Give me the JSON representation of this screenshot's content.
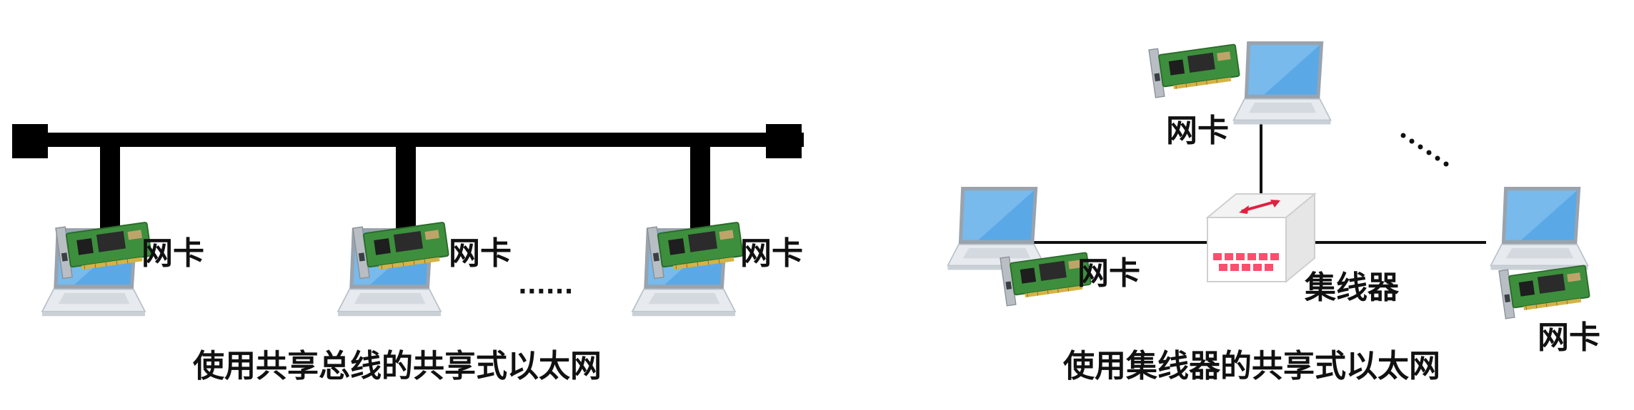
{
  "left_diagram": {
    "caption": "使用共享总线的共享式以太网",
    "nic_labels": [
      "网卡",
      "网卡",
      "网卡"
    ],
    "ellipsis": "······"
  },
  "right_diagram": {
    "caption": "使用集线器的共享式以太网",
    "hub_label": "集线器",
    "nic_labels": [
      "网卡",
      "网卡",
      "网卡"
    ],
    "ellipsis": "······"
  },
  "colors": {
    "bus": "#000000",
    "link": "#111111",
    "screen": "#5aa9e6",
    "laptop_body": "#eef1f4",
    "card_pcb": "#3a8a3a",
    "hub_body": "#ffffff",
    "hub_ports": "#ff4d6d",
    "hub_arrow": "#e02040"
  }
}
